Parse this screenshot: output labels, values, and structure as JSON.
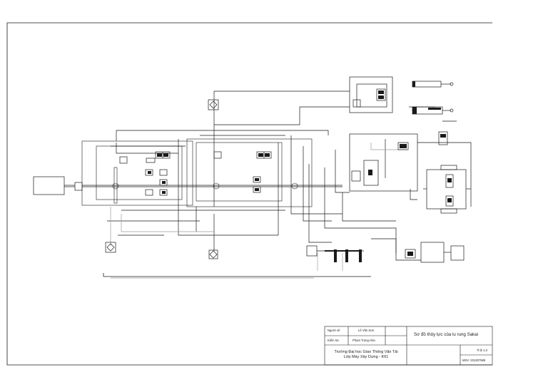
{
  "title_block": {
    "drawn_by_label": "Người vẽ",
    "drawn_by_name": "Lê Văn Sơn",
    "checked_by_label": "Kiểm tra",
    "checked_by_name": "Phạm Trọng Hòa",
    "drawing_title": "Sơ đồ thủy lực của lu rung Sakai",
    "school_line1": "Trường Đại học Giao Thông Vận Tải",
    "school_line2": "Lớp Máy Xây Dựng - K61",
    "scale": "Tỉ lệ 1:3",
    "student_id": "MSV: 201307588"
  },
  "colors": {
    "line": "#1a1a1a",
    "muted_line": "#9a9a9a",
    "paper": "#ffffff"
  }
}
